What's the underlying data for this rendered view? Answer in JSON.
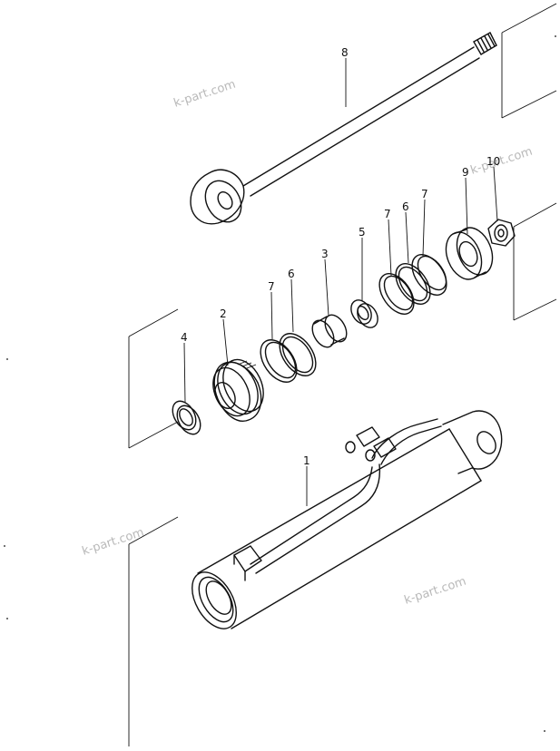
{
  "watermark": "k-part.com",
  "callouts": {
    "piston_rod": "8",
    "nut": "10",
    "piston": "9",
    "seal_ring_right": "7",
    "o_ring_right": "6",
    "backup_ring_right": "7",
    "bushing_small": "5",
    "bushing": "3",
    "o_ring_left": "6",
    "backup_ring_left": "7",
    "cylinder_head": "2",
    "dust_seal": "4",
    "cylinder_tube": "1"
  },
  "colors": {
    "ink": "#111111",
    "watermark": "#b9b9b9",
    "background": "#ffffff"
  }
}
